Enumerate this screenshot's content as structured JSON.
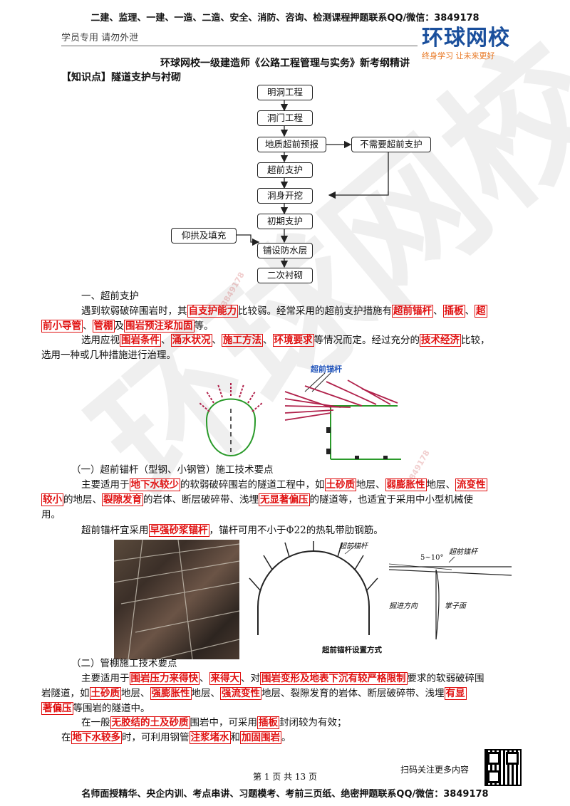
{
  "header": {
    "top_line": "二建、监理、一建、一造、二造、安全、消防、咨询、检测课程押题联系QQ/微信：3849178",
    "left_note": "学员专用 请勿外泄",
    "logo_text": "环球网校",
    "logo_slogan": "终身学习 让未来更好"
  },
  "doc": {
    "title": "环球网校一级建造师《公路工程管理与实务》新考纲精讲",
    "knowledge_point": "【知识点】隧道支护与衬砌"
  },
  "flowchart": {
    "steps": [
      "明洞工程",
      "洞门工程",
      "地质超前预报",
      "超前支护",
      "洞身开挖",
      "初期支护",
      "铺设防水层",
      "二次衬砌"
    ],
    "side_right": "不需要超前支护",
    "side_left": "仰拱及填充"
  },
  "section1": {
    "heading": "一、超前支护",
    "p1": {
      "t1": "遇到软弱破碎围岩时，其",
      "h1": "自支护能力",
      "t2": "比较弱。经常采用的超前支护措施有",
      "h2": "超前锚杆",
      "t3": "、",
      "h3": "插板",
      "t4": "、",
      "h4a": "超",
      "h4b": "前小导管",
      "t5": "、",
      "h5": "管棚",
      "t6": "及",
      "h6": "围岩预注浆加固",
      "t7": "等。"
    },
    "p2": {
      "t1": "选用应视",
      "h1": "围岩条件",
      "t2": "、",
      "h2": "涌水状况",
      "t3": "、",
      "h3": "施工方法",
      "t4": "、",
      "h4": "环境要求",
      "t5": "等情况而定。经过充分的",
      "h5": "技术经济",
      "t6": "比较，",
      "t7": "选用一种或几种措施进行治理。"
    },
    "figure1_label": "超前锚杆"
  },
  "sub1": {
    "heading": "（一）超前锚杆（型钢、小钢管）施工技术要点",
    "p1": {
      "t1": "主要适用于",
      "h1": "地下水较少",
      "t2": "的软弱破碎围岩的隧道工程中，如",
      "h2": "土砂质",
      "t3": "地层、",
      "h3": "弱膨胀性",
      "t4": "地层、",
      "h4a": "流变性",
      "h4b": "较小",
      "t5": "的地层、",
      "h5": "裂隙发育",
      "t6": "的岩体、断层破碎带、浅埋",
      "h6": "无显著偏压",
      "t7": "的隧道等，也适宜于采用中小型机械使",
      "t8": "用。"
    },
    "p2": {
      "t1": "超前锚杆宜采用",
      "h1": "早强砂浆锚杆",
      "t2": "，锚杆可用不小于Φ22的热轧带肋钢筋。"
    },
    "figure2": {
      "label_left": "超前锚杆",
      "label_right": "超前锚杆",
      "angle": "5~10°",
      "dig_direction": "掘进方向",
      "face": "掌子面",
      "caption": "超前锚杆设置方式"
    }
  },
  "sub2": {
    "heading": "（二）管棚施工技术要点",
    "p1": {
      "t1": "主要适用于",
      "h1": "围岩压力来得快",
      "t2": "、",
      "h2": "来得大",
      "t3": "、对",
      "h3": "围岩变形及地表下沉有较严格限制",
      "t4": "要求的软弱破碎围",
      "t5": "岩隧道，如",
      "h4": "土砂质",
      "t6": "地层、",
      "h5": "强膨胀性",
      "t7": "地层、",
      "h6": "强流变性",
      "t8": "地层、裂隙发育的岩体、断层破碎带、浅埋",
      "h7a": "有显",
      "h7b": "著偏压",
      "t9": "等围岩的隧道中。"
    },
    "p2": {
      "t1": "在一般",
      "h1": "无胶结的土及砂质",
      "t2": "围岩中，可采用",
      "h2": "插板",
      "t3": "封闭较为有效；"
    },
    "p3": {
      "t1": "在",
      "h1": "地下水较多",
      "t2": "时，可利用钢管",
      "h2": "注浆堵水",
      "t3": "和",
      "h3": "加固围岩",
      "t4": "。"
    }
  },
  "footer": {
    "scan_note": "扫码关注更多内容",
    "page": "第 1 页 共 13 页",
    "bottom_line": "名师面授精华、央企内训、考点串讲、习题模考、考前三页纸、绝密押题联系QQ/微信：3849178",
    "watermark_number": "3849178"
  },
  "colors": {
    "highlight": "#e01010",
    "logo_blue": "#1a4f9c",
    "logo_orange": "#e87722"
  }
}
